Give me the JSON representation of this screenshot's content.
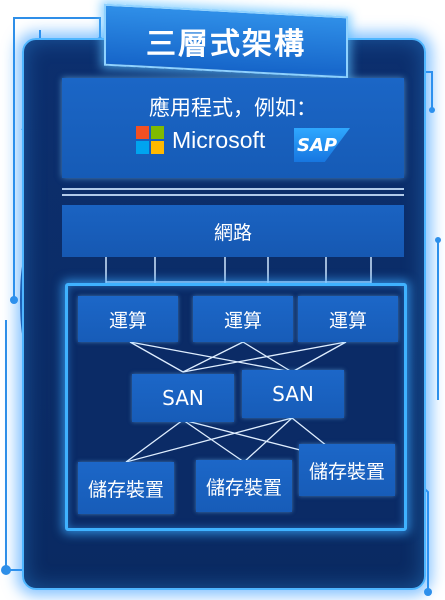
{
  "title": "三層式架構",
  "application_tier": {
    "label": "應用程式，例如：",
    "logos": [
      {
        "name": "Microsoft",
        "icon": "microsoft-logo",
        "colors": [
          "#f25022",
          "#7fba00",
          "#00a4ef",
          "#ffb900"
        ]
      },
      {
        "name": "SAP",
        "icon": "sap-logo"
      }
    ]
  },
  "network_tier": {
    "label": "網路"
  },
  "compute_tier": {
    "nodes": [
      "運算",
      "運算",
      "運算"
    ]
  },
  "san_tier": {
    "nodes": [
      "SAN",
      "SAN"
    ]
  },
  "storage_tier": {
    "nodes": [
      "儲存裝置",
      "儲存裝置",
      "儲存裝置"
    ]
  },
  "colors": {
    "frame": "#0b2c67",
    "box": "#1a63c2",
    "glow": "#4fb6ff",
    "title": "#1f78d8"
  }
}
